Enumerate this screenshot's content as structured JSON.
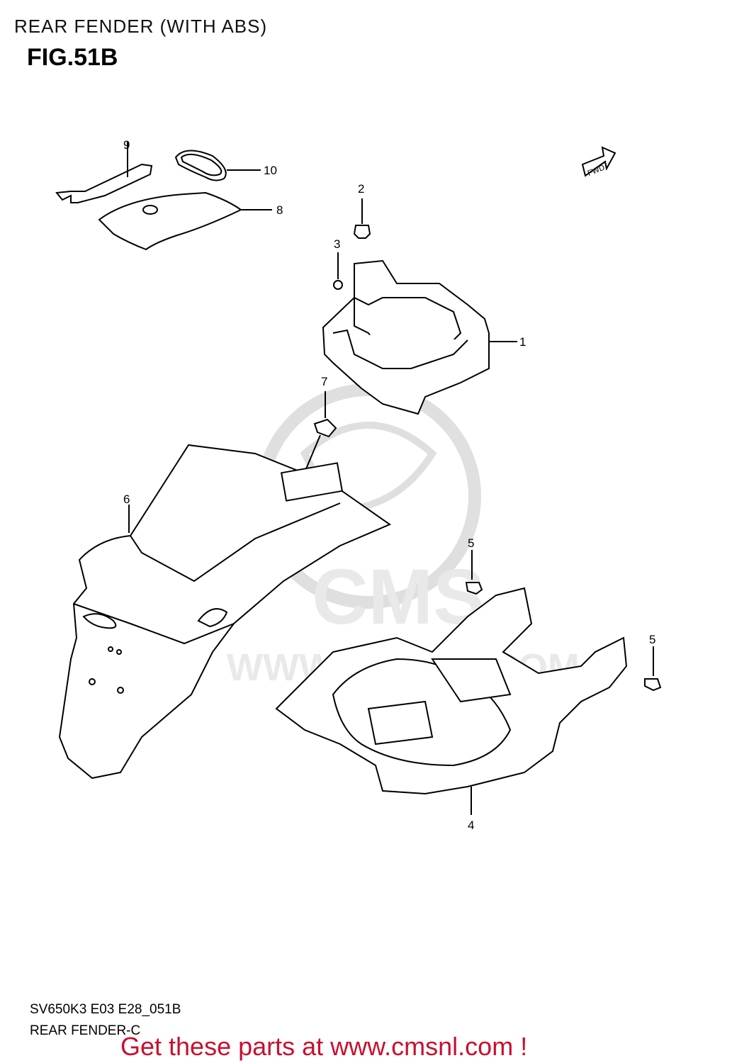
{
  "page": {
    "title": "REAR FENDER (WITH ABS)",
    "figure": "FIG.51B",
    "model_code": "SV650K3 E03 E28_051B",
    "subtitle": "REAR FENDER-C"
  },
  "diagram": {
    "callouts": [
      "1",
      "2",
      "3",
      "4",
      "5",
      "5",
      "6",
      "7",
      "8",
      "9",
      "10"
    ],
    "fwd_label": "FWD",
    "watermark": "CMS www.cmsnl.com"
  },
  "footer": {
    "link_text": "Get these parts at www.cmsnl.com !",
    "link_color": "#c8102e"
  }
}
